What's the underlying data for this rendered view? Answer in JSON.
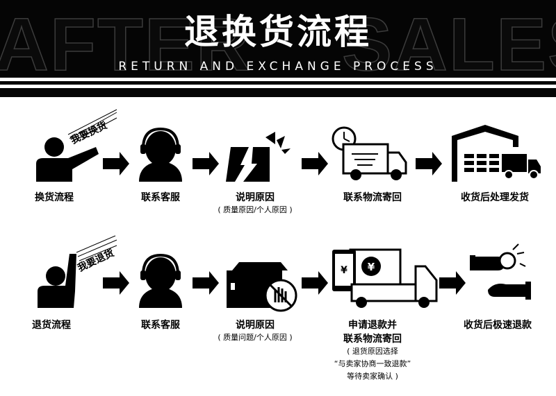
{
  "header": {
    "bg_left": "AFTER",
    "bg_right": "SALES",
    "title": "退换货流程",
    "subtitle": "RETURN AND EXCHANGE PROCESS"
  },
  "exchange_row": {
    "bubble": "我要换货",
    "steps": [
      {
        "label": "换货流程"
      },
      {
        "label": "联系客服"
      },
      {
        "label": "说明原因",
        "note": "( 质量原因/个人原因 )"
      },
      {
        "label": "联系物流寄回"
      },
      {
        "label": "收货后处理发货"
      }
    ]
  },
  "return_row": {
    "bubble": "我要退货",
    "steps": [
      {
        "label": "退货流程"
      },
      {
        "label": "联系客服"
      },
      {
        "label": "说明原因",
        "note": "( 质量问题/个人原因 )"
      },
      {
        "label": "申请退款并",
        "label2": "联系物流寄回",
        "note1": "( 退货原因选择",
        "note2": "“与卖家协商一致退款”",
        "note3": "等待卖家确认 )"
      },
      {
        "label": "收货后极速退款"
      }
    ]
  },
  "icons": {
    "currency": "¥"
  }
}
